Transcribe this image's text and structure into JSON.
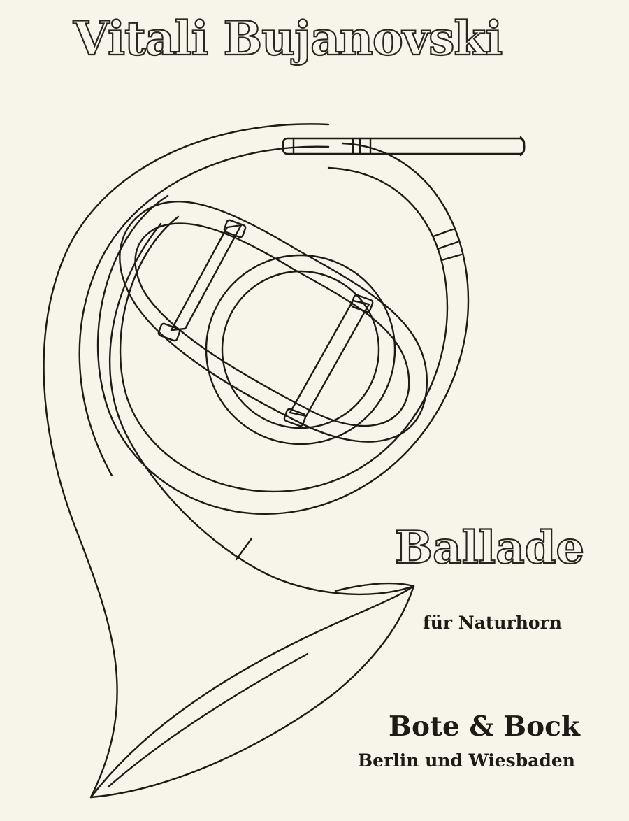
{
  "cover": {
    "composer": "Vitali Bujanovski",
    "title": "Ballade",
    "subtitle": "für Naturhorn",
    "publisher": "Bote & Bock",
    "publisher_city": "Berlin und Wiesbaden"
  },
  "illustration": {
    "icon": "french-horn-icon",
    "line_color": "#1e1a16",
    "paper_color": "#f7f4e9"
  }
}
